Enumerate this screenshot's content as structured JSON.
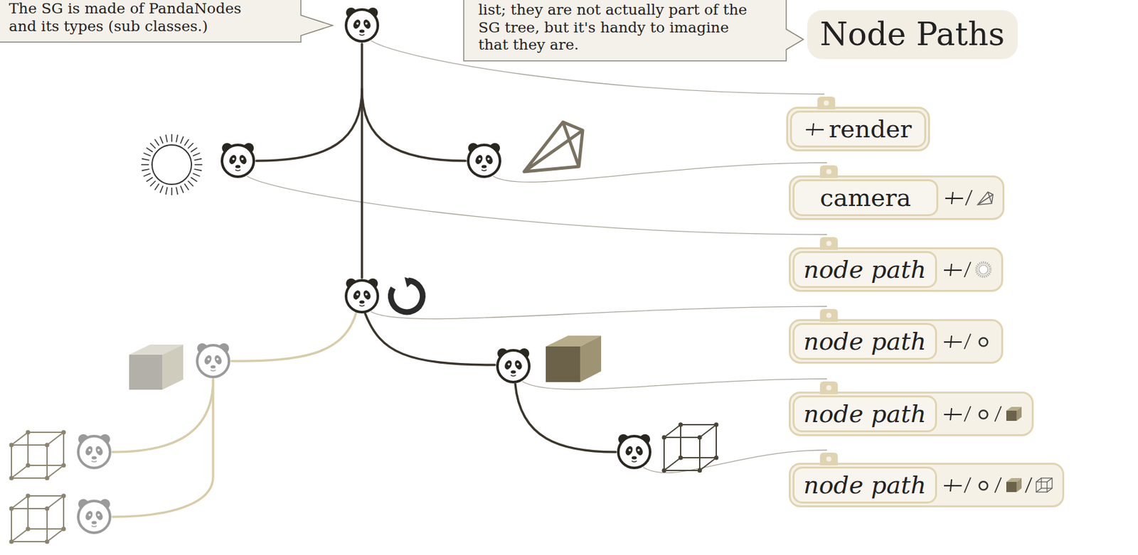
{
  "diagram": {
    "nodes": [
      {
        "text": [
          "The SG is made of PandaNodes and its types (sub classes.)"
        ]
      },
      {
        "text": [
          "list; they are not actually part of the SG tree, but it's handy to imagine that they are."
        ]
      },
      {
        "text": [
          "Node Paths"
        ]
      },
      {
        "text": [
          "render"
        ]
      },
      {
        "text": [
          "camera"
        ]
      },
      {
        "text": [
          "node path"
        ]
      },
      {
        "text": [
          "node path"
        ]
      },
      {
        "text": [
          "node path"
        ]
      },
      {
        "text": [
          "node path"
        ]
      }
    ]
  }
}
